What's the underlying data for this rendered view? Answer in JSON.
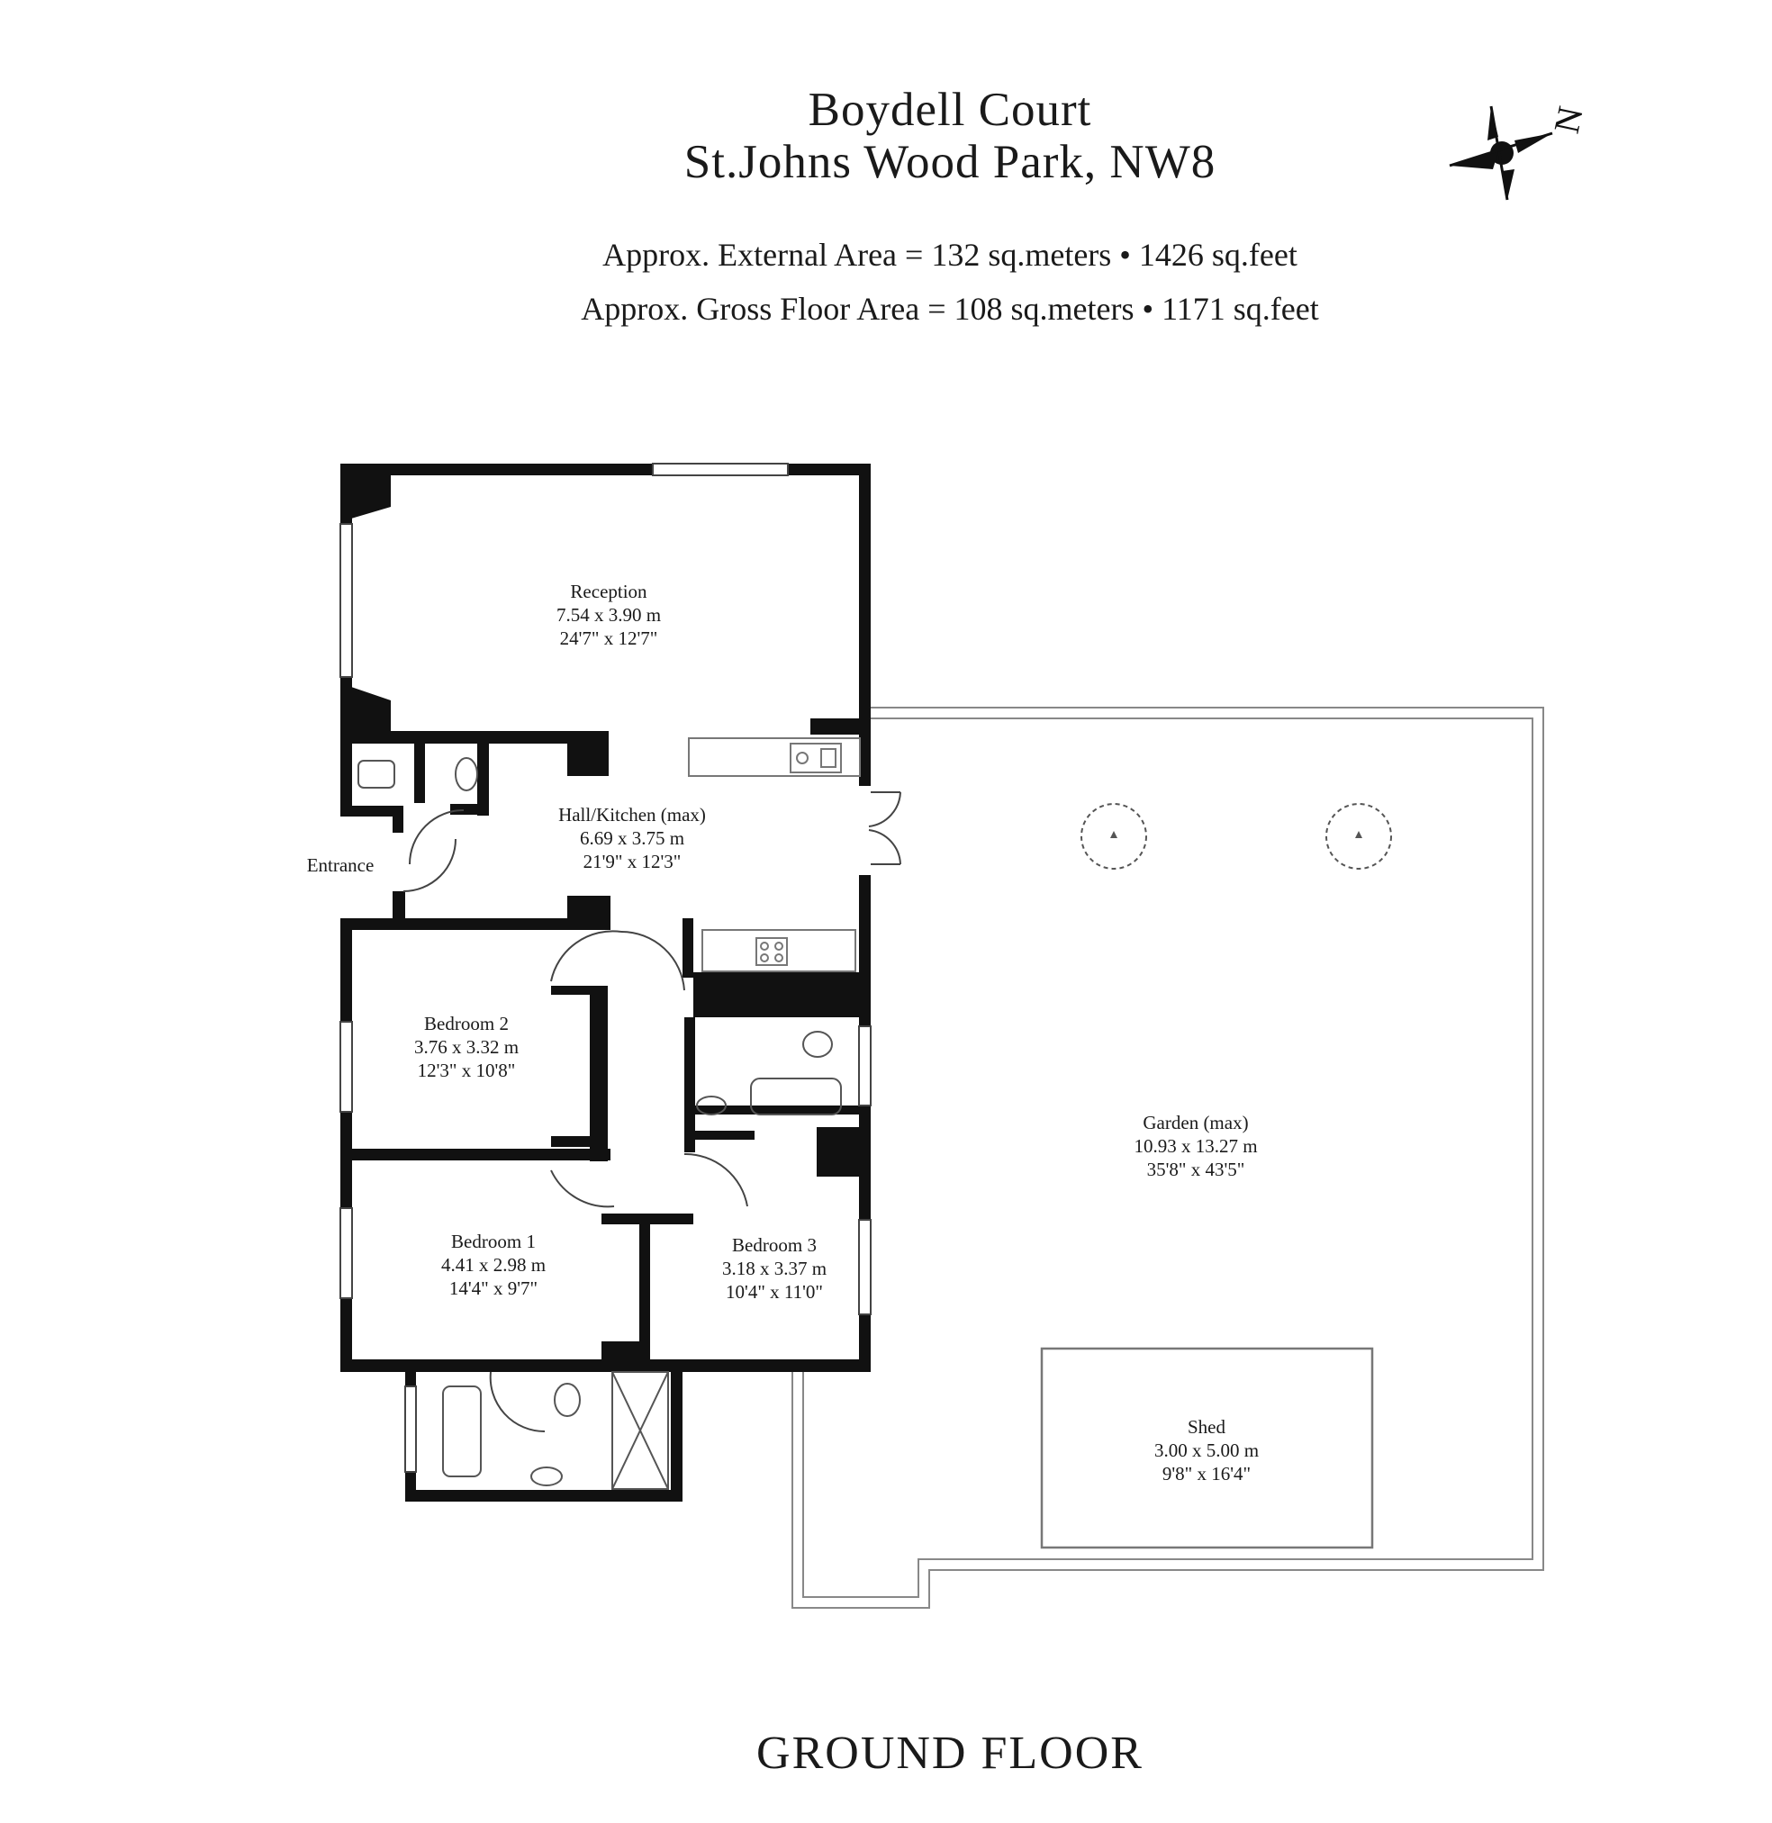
{
  "header": {
    "title_line1": "Boydell Court",
    "title_line2": "St.Johns Wood Park, NW8",
    "external_area": "Approx. External Area  = 132 sq.meters  •  1426 sq.feet",
    "gross_area": "Approx. Gross  Floor Area  = 108 sq.meters  •  1171 sq.feet"
  },
  "compass": {
    "letter": "N",
    "icon": "compass-icon"
  },
  "rooms": {
    "reception": {
      "name": "Reception",
      "metric": "7.54 x 3.90 m",
      "imperial": "24'7\" x 12'7\""
    },
    "hall_kitchen": {
      "name": "Hall/Kitchen (max)",
      "metric": "6.69 x 3.75 m",
      "imperial": "21'9\" x 12'3\""
    },
    "bedroom2": {
      "name": "Bedroom 2",
      "metric": "3.76  x 3.32 m",
      "imperial": "12'3\" x 10'8\""
    },
    "bedroom1": {
      "name": "Bedroom 1",
      "metric": "4.41 x 2.98 m",
      "imperial": "14'4\" x 9'7\""
    },
    "bedroom3": {
      "name": "Bedroom 3",
      "metric": "3.18 x 3.37 m",
      "imperial": "10'4\" x 11'0\""
    },
    "garden": {
      "name": "Garden (max)",
      "metric": "10.93 x 13.27 m",
      "imperial": "35'8\" x 43'5\""
    },
    "shed": {
      "name": "Shed",
      "metric": "3.00 x 5.00 m",
      "imperial": "9'8\" x 16'4\""
    }
  },
  "entrance_label": "Entrance",
  "floor_label": "GROUND  FLOOR"
}
